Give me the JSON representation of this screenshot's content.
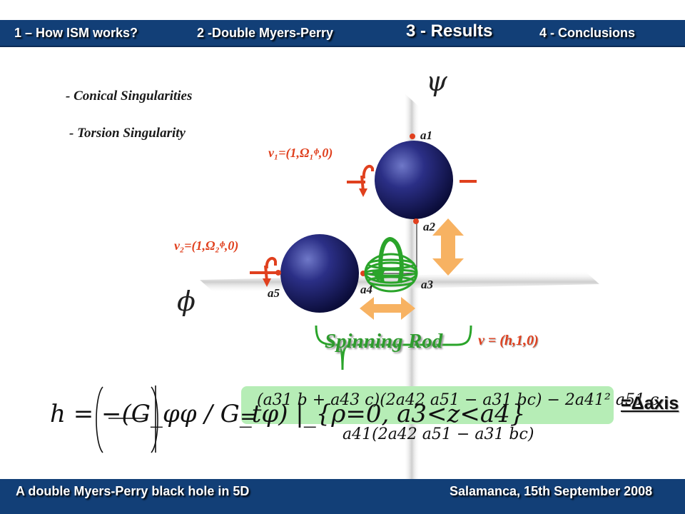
{
  "nav": {
    "item1": "1 – How ISM works?",
    "item2": "2 -Double Myers-Perry",
    "item3": "3 - Results",
    "item4": "4 - Conclusions"
  },
  "bullets": {
    "conical": "- Conical Singularities",
    "torsion": "- Torsion Singularity"
  },
  "diagram": {
    "psi": "ψ",
    "phi": "ϕ",
    "v1": "v₁=(1,Ω₁ᶲ,0)",
    "v2": "v₂=(1,Ω₂ᶲ,0)",
    "a1": "a1",
    "a2": "a2",
    "a3": "a3",
    "a4": "a4",
    "a5": "a5",
    "rod_label": "Spinning Rod",
    "rod_vector": "v = (h,1,0)"
  },
  "formula": {
    "lhs": "h = −(G_φφ / G_tφ) |_{ρ=0, a3<z<a4}",
    "numerator": "(a31 b + a43 c)(2a42 a51 − a31 bc) − 2a41² a51 c",
    "denominator": "a41(2a42 a51 − a31 bc)",
    "result": "=Δaxis"
  },
  "footer": {
    "left": "A double Myers-Perry black hole in 5D",
    "right": "Salamanca, 15th September 2008"
  },
  "colors": {
    "bar": "#123f77",
    "accent": "#e0401e",
    "rod": "#2e9b2e",
    "arrow": "#f7b262"
  }
}
